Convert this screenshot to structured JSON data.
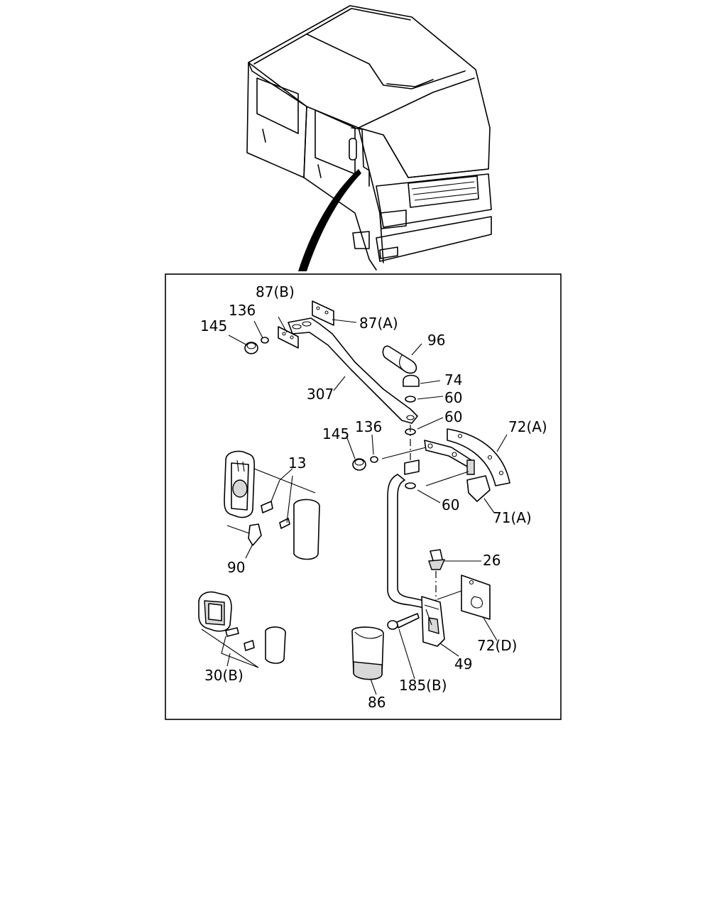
{
  "labels": [
    {
      "id": "87b",
      "text": "87(B)"
    },
    {
      "id": "136a",
      "text": "136"
    },
    {
      "id": "145a",
      "text": "145"
    },
    {
      "id": "87a",
      "text": "87(A)"
    },
    {
      "id": "96",
      "text": "96"
    },
    {
      "id": "307",
      "text": "307"
    },
    {
      "id": "74",
      "text": "74"
    },
    {
      "id": "60a",
      "text": "60"
    },
    {
      "id": "60b",
      "text": "60"
    },
    {
      "id": "145b",
      "text": "145"
    },
    {
      "id": "136b",
      "text": "136"
    },
    {
      "id": "72a",
      "text": "72(A)"
    },
    {
      "id": "13",
      "text": "13"
    },
    {
      "id": "60c",
      "text": "60"
    },
    {
      "id": "71a",
      "text": "71(A)"
    },
    {
      "id": "90",
      "text": "90"
    },
    {
      "id": "26",
      "text": "26"
    },
    {
      "id": "72d",
      "text": "72(D)"
    },
    {
      "id": "30b",
      "text": "30(B)"
    },
    {
      "id": "49",
      "text": "49"
    },
    {
      "id": "185b",
      "text": "185(B)"
    },
    {
      "id": "86",
      "text": "86"
    }
  ]
}
